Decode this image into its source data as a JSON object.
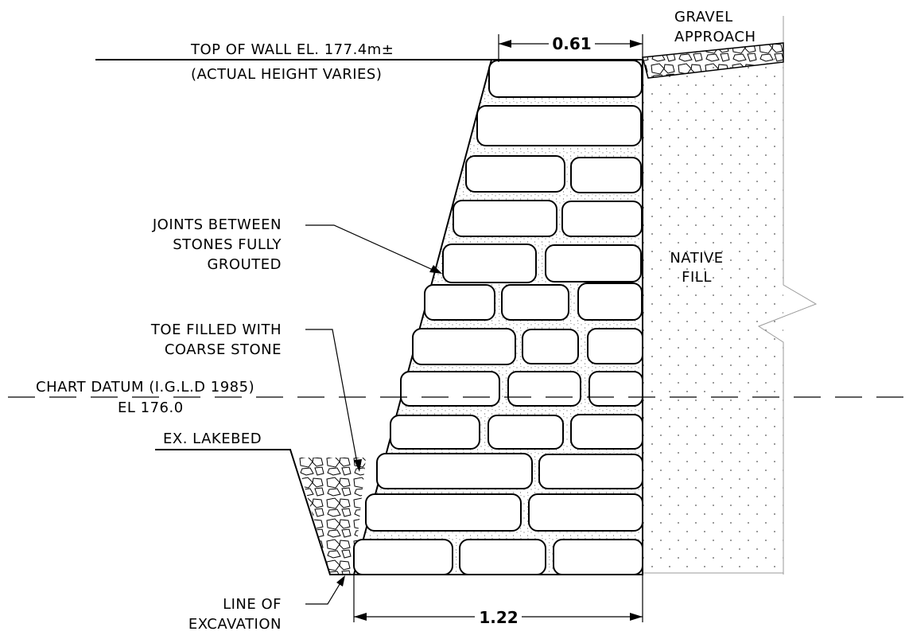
{
  "labels": {
    "gravel_approach": [
      "GRAVEL",
      "APPROACH"
    ],
    "top_of_wall": [
      "TOP OF WALL EL. 177.4m±",
      "(ACTUAL HEIGHT VARIES)"
    ],
    "joints": [
      "JOINTS BETWEEN",
      "STONES FULLY",
      "GROUTED"
    ],
    "native_fill": [
      "NATIVE",
      "FILL"
    ],
    "toe": [
      "TOE FILLED WITH",
      "COARSE STONE"
    ],
    "chart_datum": [
      "CHART DATUM (I.G.L.D 1985)",
      "EL 176.0"
    ],
    "lakebed": "EX. LAKEBED",
    "excavation": [
      "LINE OF",
      "EXCAVATION"
    ]
  },
  "dimensions": {
    "top_width": "0.61",
    "base_width": "1.22"
  },
  "colors": {
    "linework": "#000000",
    "break_line": "#9a9a9a"
  }
}
